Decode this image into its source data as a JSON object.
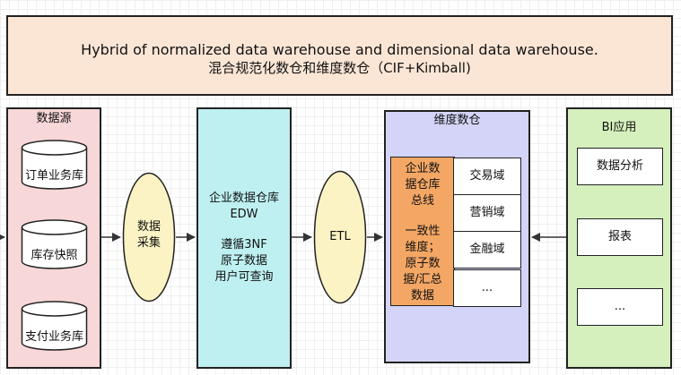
{
  "header": {
    "line_en": "Hybrid of normalized data warehouse and dimensional data warehouse.",
    "line_zh": "混合规范化数仓和维度数仓（CIF+Kimball)"
  },
  "sources": {
    "title": "数据源",
    "items": [
      "订单业务库",
      "库存快照",
      "支付业务库"
    ]
  },
  "collect": {
    "line1": "数据",
    "line2": "采集"
  },
  "edw": {
    "line1": "企业数据仓库",
    "line2": "EDW",
    "line3": "遵循3NF",
    "line4": "原子数据",
    "line5": "用户可查询"
  },
  "etl": {
    "label": "ETL"
  },
  "dimensional": {
    "title": "维度数仓",
    "bus_lines": [
      "企业数",
      "据仓库",
      "总线",
      "一致性",
      "维度；",
      "原子数",
      "据/汇总",
      "数据"
    ],
    "domains": [
      "交易域",
      "营销域",
      "金融域",
      "..."
    ]
  },
  "bi": {
    "title": "BI应用",
    "items": [
      "数据分析",
      "报表",
      "..."
    ]
  },
  "colors": {
    "header_fill": "#fbe6d6",
    "sources_fill": "#f8d7d8",
    "edw_fill": "#bff0f1",
    "ellipse_fill": "#fbf3c4",
    "dim_fill": "#d3d4f7",
    "bus_fill": "#f4a765",
    "bi_fill": "#d5f0bd"
  }
}
